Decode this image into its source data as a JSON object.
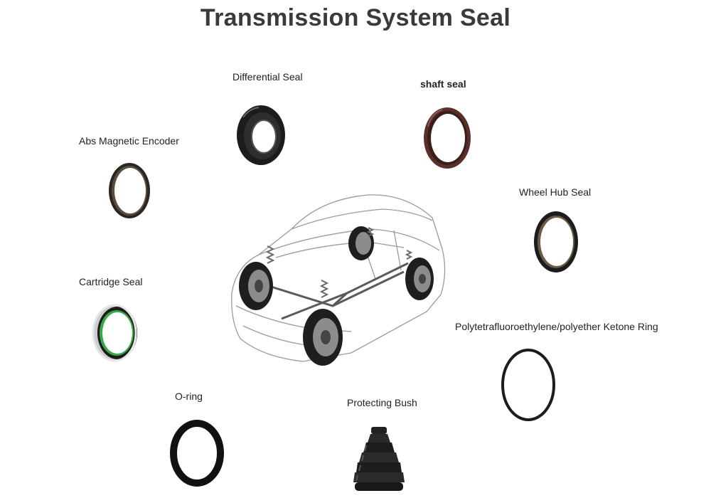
{
  "title": "Transmission System Seal",
  "parts": {
    "differential_seal": "Differential Seal",
    "shaft_seal": "shaft seal",
    "abs_magnetic_encoder": "Abs Magnetic Encoder",
    "wheel_hub_seal": "Wheel Hub Seal",
    "cartridge_seal": "Cartridge Seal",
    "ptfe_peek_ring": "Polytetrafluoroethylene/polyether Ketone Ring",
    "o_ring": "O-ring",
    "protecting_bush": "Protecting Bush"
  },
  "colors": {
    "seal_black": "#1c1c1c",
    "shaft_seal_brown": "#5a2f2a",
    "cartridge_green": "#3aa84a",
    "car_outline": "#9a9a9a"
  }
}
